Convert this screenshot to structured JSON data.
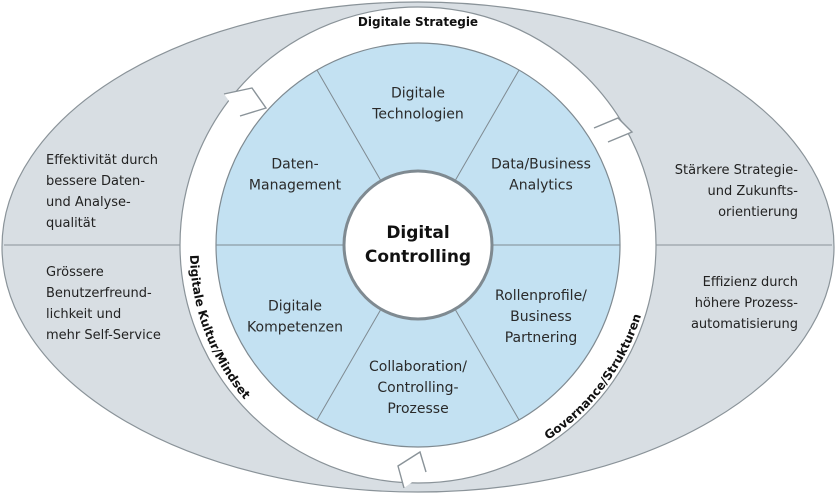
{
  "center": {
    "line1": "Digital",
    "line2": "Controlling"
  },
  "segments": [
    {
      "lines": [
        "Digitale",
        "Technologien"
      ]
    },
    {
      "lines": [
        "Data/Business",
        "Analytics"
      ]
    },
    {
      "lines": [
        "Rollenprofile/",
        "Business",
        "Partnering"
      ]
    },
    {
      "lines": [
        "Collaboration/",
        "Controlling-",
        "Prozesse"
      ]
    },
    {
      "lines": [
        "Digitale",
        "Kompetenzen"
      ]
    },
    {
      "lines": [
        "Daten-",
        "Management"
      ]
    }
  ],
  "ring": {
    "top": "Digitale Strategie",
    "left": "Digitale Kultur/Mindset",
    "right": "Governance/Strukturen"
  },
  "outer": {
    "top_left": [
      "Effektivität durch",
      "bessere Daten-",
      "und Analyse-",
      "qualität"
    ],
    "bottom_left": [
      "Grössere",
      "Benutzerfreund-",
      "lichkeit und",
      "mehr Self-Service"
    ],
    "top_right": [
      "Stärkere Strategie-",
      "und Zukunfts-",
      "orientierung"
    ],
    "bottom_right": [
      "Effizienz durch",
      "höhere Prozess-",
      "automatisierung"
    ]
  },
  "colors": {
    "outer_fill": "#d8dee3",
    "outer_stroke": "#8a9399",
    "ring_fill": "#ffffff",
    "ring_stroke": "#8a9399",
    "segment_fill": "#c3e1f2",
    "segment_stroke": "#7f8a91",
    "center_fill": "#ffffff",
    "center_stroke": "#7f8a91"
  }
}
